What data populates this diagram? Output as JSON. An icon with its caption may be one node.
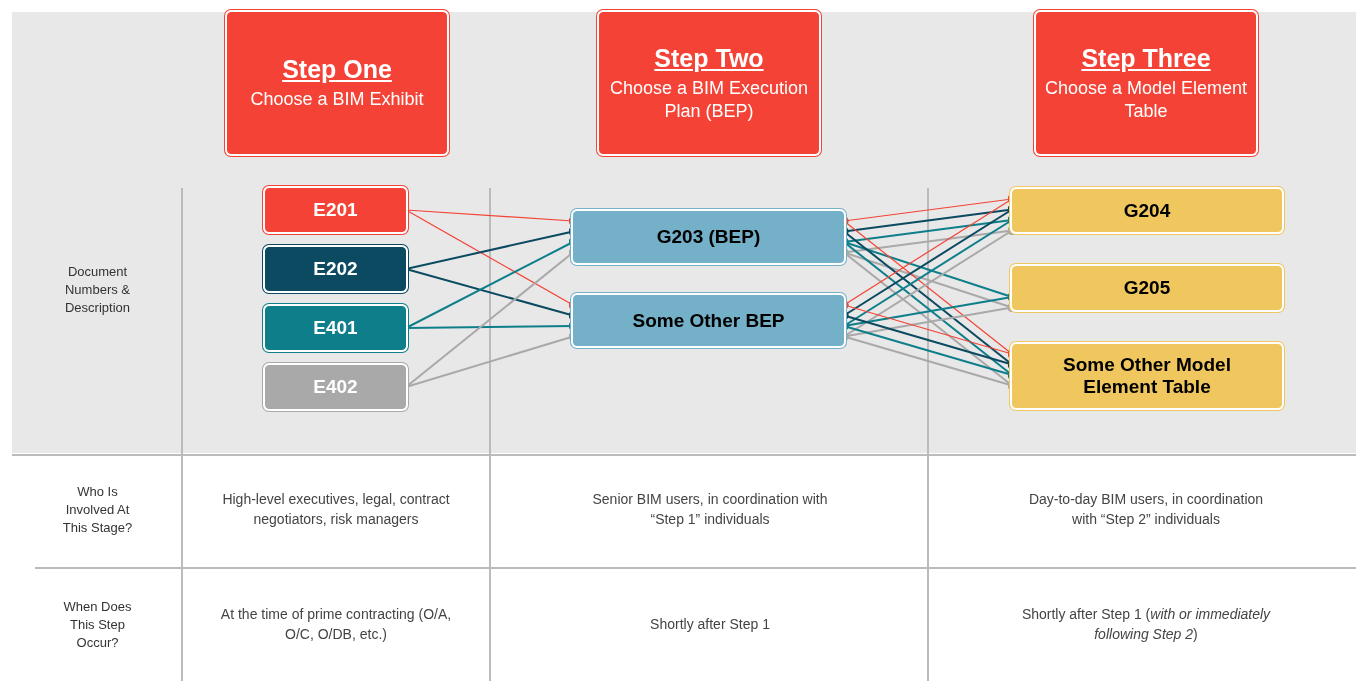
{
  "diagram": {
    "nodes": [
      {
        "text": [
          "Step One",
          "Choose a BIM Exhibit"
        ]
      },
      {
        "text": [
          "Step Two",
          "Choose a BIM Execution Plan (BEP)"
        ]
      },
      {
        "text": [
          "Step Three",
          "Choose a Model Element Table"
        ]
      },
      {
        "text": [
          "E201"
        ]
      },
      {
        "text": [
          "E202"
        ]
      },
      {
        "text": [
          "E401"
        ]
      },
      {
        "text": [
          "E402"
        ]
      },
      {
        "text": [
          "G203 (BEP)"
        ]
      },
      {
        "text": [
          "Some Other BEP"
        ]
      },
      {
        "text": [
          "G204"
        ]
      },
      {
        "text": [
          "G205"
        ]
      },
      {
        "text": [
          "Some Other Model Element Table"
        ]
      }
    ],
    "edges": [
      {
        "from": 3,
        "to": 7,
        "arrow": "other",
        "color": "#f44336"
      },
      {
        "from": 3,
        "to": 8,
        "arrow": "other",
        "color": "#f44336"
      },
      {
        "from": 4,
        "to": 7,
        "arrow": "other",
        "color": "#0b4a60"
      },
      {
        "from": 4,
        "to": 8,
        "arrow": "other",
        "color": "#0b4a60"
      },
      {
        "from": 5,
        "to": 7,
        "arrow": "other",
        "color": "#0e7f8a"
      },
      {
        "from": 5,
        "to": 8,
        "arrow": "other",
        "color": "#0e7f8a"
      },
      {
        "from": 6,
        "to": 7,
        "arrow": "other",
        "color": "#a9a9a9"
      },
      {
        "from": 6,
        "to": 8,
        "arrow": "other",
        "color": "#a9a9a9"
      },
      {
        "from": 7,
        "to": 9,
        "arrow": "other",
        "color": "#f44336"
      },
      {
        "from": 7,
        "to": 9,
        "arrow": "other",
        "color": "#0b4a60"
      },
      {
        "from": 7,
        "to": 9,
        "arrow": "other",
        "color": "#0e7f8a"
      },
      {
        "from": 7,
        "to": 9,
        "arrow": "other",
        "color": "#a9a9a9"
      },
      {
        "from": 7,
        "to": 10,
        "arrow": "other",
        "color": "#0e7f8a"
      },
      {
        "from": 7,
        "to": 10,
        "arrow": "other",
        "color": "#a9a9a9"
      },
      {
        "from": 7,
        "to": 11,
        "arrow": "other",
        "color": "#f44336"
      },
      {
        "from": 7,
        "to": 11,
        "arrow": "other",
        "color": "#0b4a60"
      },
      {
        "from": 7,
        "to": 11,
        "arrow": "other",
        "color": "#0e7f8a"
      },
      {
        "from": 7,
        "to": 11,
        "arrow": "other",
        "color": "#a9a9a9"
      },
      {
        "from": 8,
        "to": 9,
        "arrow": "other",
        "color": "#f44336"
      },
      {
        "from": 8,
        "to": 9,
        "arrow": "other",
        "color": "#0b4a60"
      },
      {
        "from": 8,
        "to": 9,
        "arrow": "other",
        "color": "#0e7f8a"
      },
      {
        "from": 8,
        "to": 9,
        "arrow": "other",
        "color": "#a9a9a9"
      },
      {
        "from": 8,
        "to": 10,
        "arrow": "other",
        "color": "#0e7f8a"
      },
      {
        "from": 8,
        "to": 10,
        "arrow": "other",
        "color": "#a9a9a9"
      },
      {
        "from": 8,
        "to": 11,
        "arrow": "other",
        "color": "#f44336"
      },
      {
        "from": 8,
        "to": 11,
        "arrow": "other",
        "color": "#0b4a60"
      },
      {
        "from": 8,
        "to": 11,
        "arrow": "other",
        "color": "#0e7f8a"
      },
      {
        "from": 8,
        "to": 11,
        "arrow": "other",
        "color": "#a9a9a9"
      }
    ],
    "labels": [
      "Document Numbers & Description",
      "Who Is Involved At This Stage?",
      "High-level executives, legal, contract negotiators, risk managers",
      "Senior BIM users, in coordination with “Step 1” individuals",
      "Day-to-day BIM users, in coordination with “Step 2” individuals",
      "When Does This Step Occur?",
      "At the time of prime contracting (O/A, O/C, O/DB, etc.)",
      "Shortly after Step 1",
      "Shortly after Step 1 (*with or immediately following Step 2*)"
    ]
  }
}
